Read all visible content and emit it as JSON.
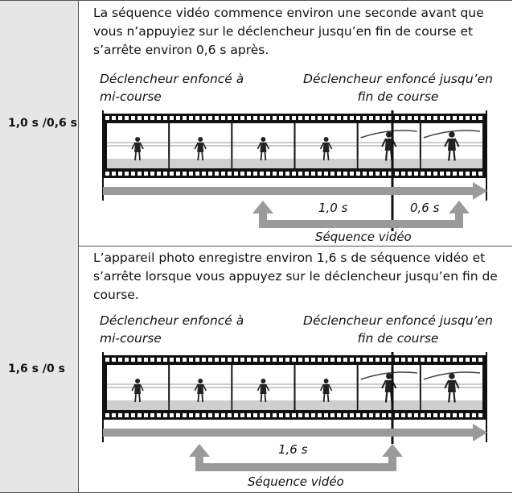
{
  "rows": [
    {
      "label": "1,0 s /0,6 s",
      "description": "La séquence vidéo commence environ une seconde avant que vous n’appuyiez sur le déclencheur jusqu’en fin de course et s’arrête environ 0,6 s après.",
      "caption_left_1": "Déclencheur enfoncé à",
      "caption_left_2": "mi-course",
      "caption_right_1": "Déclencheur enfoncé jusqu’en",
      "caption_right_2": "fin de course",
      "dur_a": "1,0 s",
      "dur_b": "0,6 s",
      "sequence_label": "Séquence vidéo"
    },
    {
      "label": "1,6 s /0 s",
      "description": "L’appareil photo enregistre environ 1,6 s de séquence vidéo et s’arrête lorsque vous appuyez sur le déclencheur jusqu’en fin de course.",
      "caption_left_1": "Déclencheur enfoncé à",
      "caption_left_2": "mi-course",
      "caption_right_1": "Déclencheur enfoncé jusqu’en",
      "caption_right_2": "fin de course",
      "dur_a": "1,6 s",
      "sequence_label": "Séquence vidéo"
    }
  ],
  "colors": {
    "arrow": "#9a9a9a",
    "border": "#555555",
    "label_bg": "#e6e6e6"
  }
}
